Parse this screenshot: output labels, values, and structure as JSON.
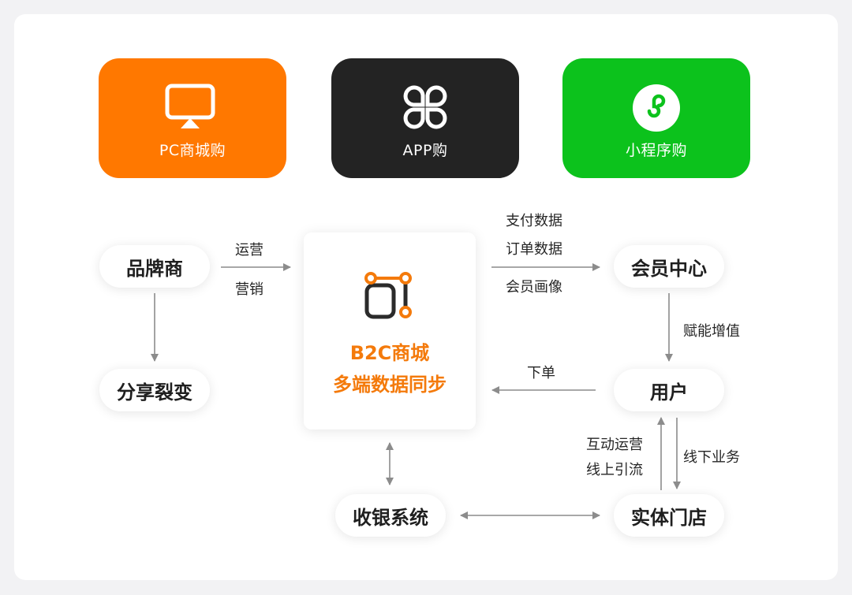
{
  "channels": [
    {
      "label": "PC商城购",
      "color": "#ff7800",
      "icon": "monitor-icon"
    },
    {
      "label": "APP购",
      "color": "#232323",
      "icon": "app-grid-icon"
    },
    {
      "label": "小程序购",
      "color": "#0cc21c",
      "icon": "mini-program-icon"
    }
  ],
  "nodes": {
    "brand": "品牌商",
    "share": "分享裂变",
    "member": "会员中心",
    "user": "用户",
    "pos": "收银系统",
    "store": "实体门店"
  },
  "center": {
    "line1": "B2C商城",
    "line2": "多端数据同步",
    "accent": "#f47a0b",
    "icon": "b2c-sync-icon"
  },
  "edges": {
    "brand_to_center_top": "运营",
    "brand_to_center_bottom": "营销",
    "center_to_member": [
      "支付数据",
      "订单数据",
      "会员画像"
    ],
    "member_to_user": "赋能增值",
    "user_to_center": "下单",
    "store_to_user": [
      "互动运营",
      "线上引流"
    ],
    "user_to_store": "线下业务"
  }
}
